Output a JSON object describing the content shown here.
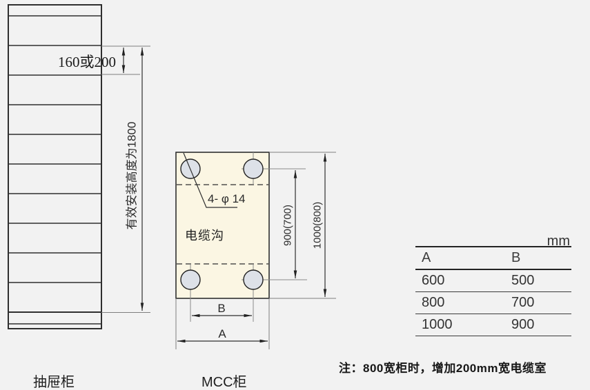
{
  "title": "cabinet-installation-dimension-drawing",
  "colors": {
    "background": "#f2f2f2",
    "line": "#2e2e2e",
    "extension_line": "#8a8a8a",
    "mcc_fill": "#fbf6e3",
    "hole_fill": "#dde1e8"
  },
  "left_cabinet": {
    "label": "抽屉柜",
    "row_height_dim": "160或200",
    "height_dim": "有效安装高度为1800"
  },
  "mcc": {
    "label": "MCC柜",
    "area_label": "电缆沟",
    "holes_label": "4- φ 14",
    "dim_inner_depth": "900(700)",
    "dim_outer_depth": "1000(800)",
    "dim_width_inner": "B",
    "dim_width_outer": "A"
  },
  "table": {
    "unit": "mm",
    "headers": [
      "A",
      "B"
    ],
    "rows": [
      [
        "600",
        "500"
      ],
      [
        "800",
        "700"
      ],
      [
        "1000",
        "900"
      ]
    ]
  },
  "note": "注：800宽柜时，增加200mm宽电缆室"
}
